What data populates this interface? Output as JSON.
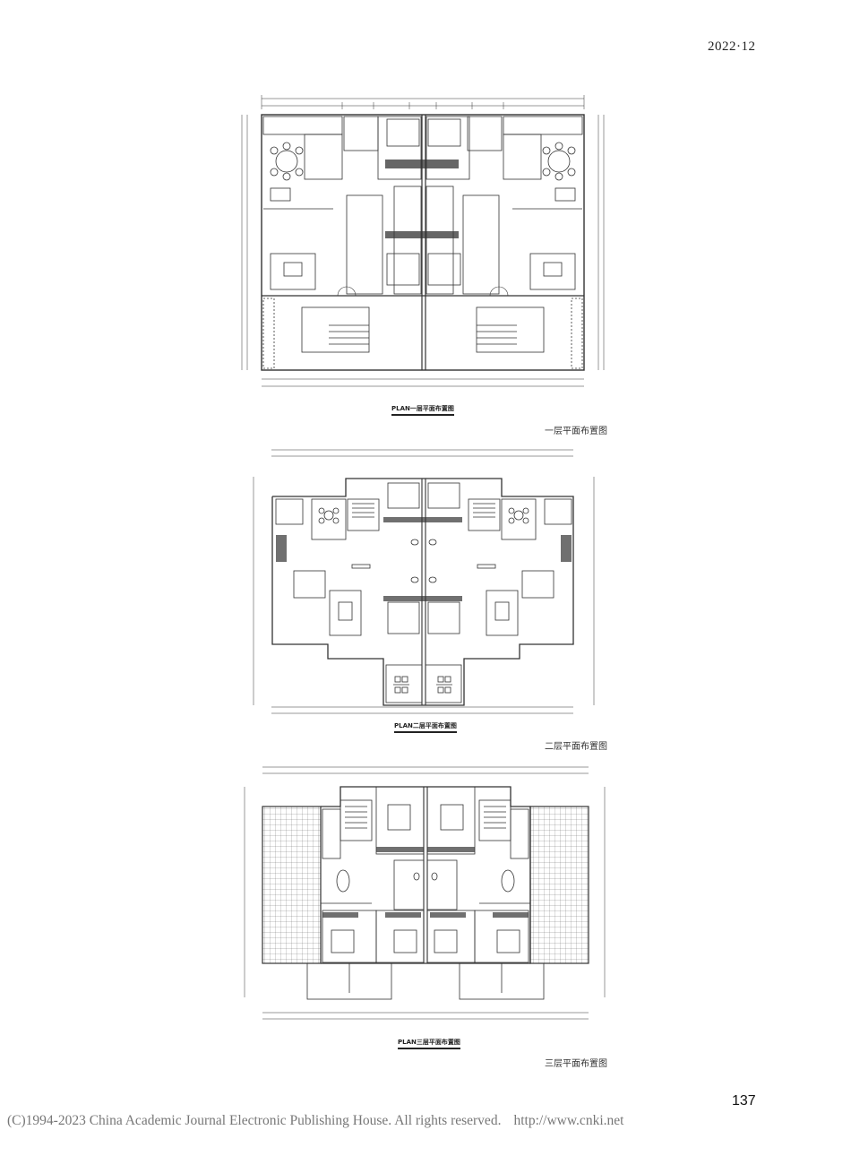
{
  "header": {
    "issue": "2022·12"
  },
  "figures": [
    {
      "id": "floor-1",
      "plan_title": "PLAN一层平面布置图",
      "caption": "一层平面布置图"
    },
    {
      "id": "floor-2",
      "plan_title": "PLAN二层平面布置图",
      "caption": "二层平面布置图"
    },
    {
      "id": "floor-3",
      "plan_title": "PLAN三层平面布置图",
      "caption": "三层平面布置图"
    }
  ],
  "footer": {
    "page_number": "137",
    "copyright": "(C)1994-2023 China Academic Journal Electronic Publishing House. All rights reserved.",
    "url": "http://www.cnki.net"
  },
  "colors": {
    "line": "#333333",
    "text": "#222222",
    "footer_text": "#777777"
  }
}
